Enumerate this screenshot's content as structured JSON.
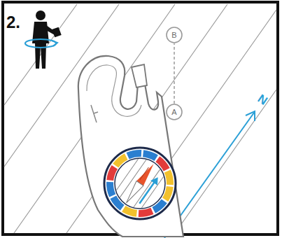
{
  "diagram": {
    "nodes": [
      {
        "text": [
          "B"
        ]
      },
      {
        "text": [
          "A"
        ]
      }
    ],
    "edges": [
      {
        "from": 1,
        "to": 0,
        "arrow": "none"
      }
    ],
    "labels": [
      "2.",
      "N"
    ]
  }
}
